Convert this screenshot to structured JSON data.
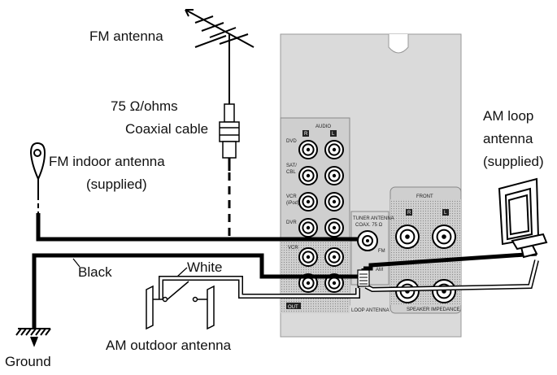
{
  "labels": {
    "fm_antenna": "FM antenna",
    "coax_line1": "75 Ω/ohms",
    "coax_line2": "Coaxial cable",
    "fm_indoor_line1": "FM indoor antenna",
    "fm_indoor_line2": "(supplied)",
    "am_loop_line1": "AM loop",
    "am_loop_line2": "antenna",
    "am_loop_line3": "(supplied)",
    "black_wire": "Black",
    "white_wire": "White",
    "am_outdoor": "AM outdoor antenna",
    "ground": "Ground"
  },
  "panel": {
    "audio": "AUDIO",
    "ch_r": "R",
    "ch_l": "L",
    "dvd": "DVD",
    "sat": "SAT/",
    "cbl": "CBL",
    "vcr_ipod": "VCR",
    "ipod": "(iPod)",
    "dvr": "DVR",
    "vcr": "VCR",
    "out": "OUT",
    "tuner_antenna": "TUNER ANTENNA",
    "coax_75": "COAX. 75 Ω",
    "fm": "FM",
    "am": "AM",
    "loop_antenna": "LOOP ANTENNA",
    "front": "FRONT",
    "speaker_impedance": "SPEAKER IMPEDANCE"
  },
  "colors": {
    "panel_fill": "#dcdcdc",
    "dotted_area": "#c8c8c8",
    "wire": "#000000"
  }
}
